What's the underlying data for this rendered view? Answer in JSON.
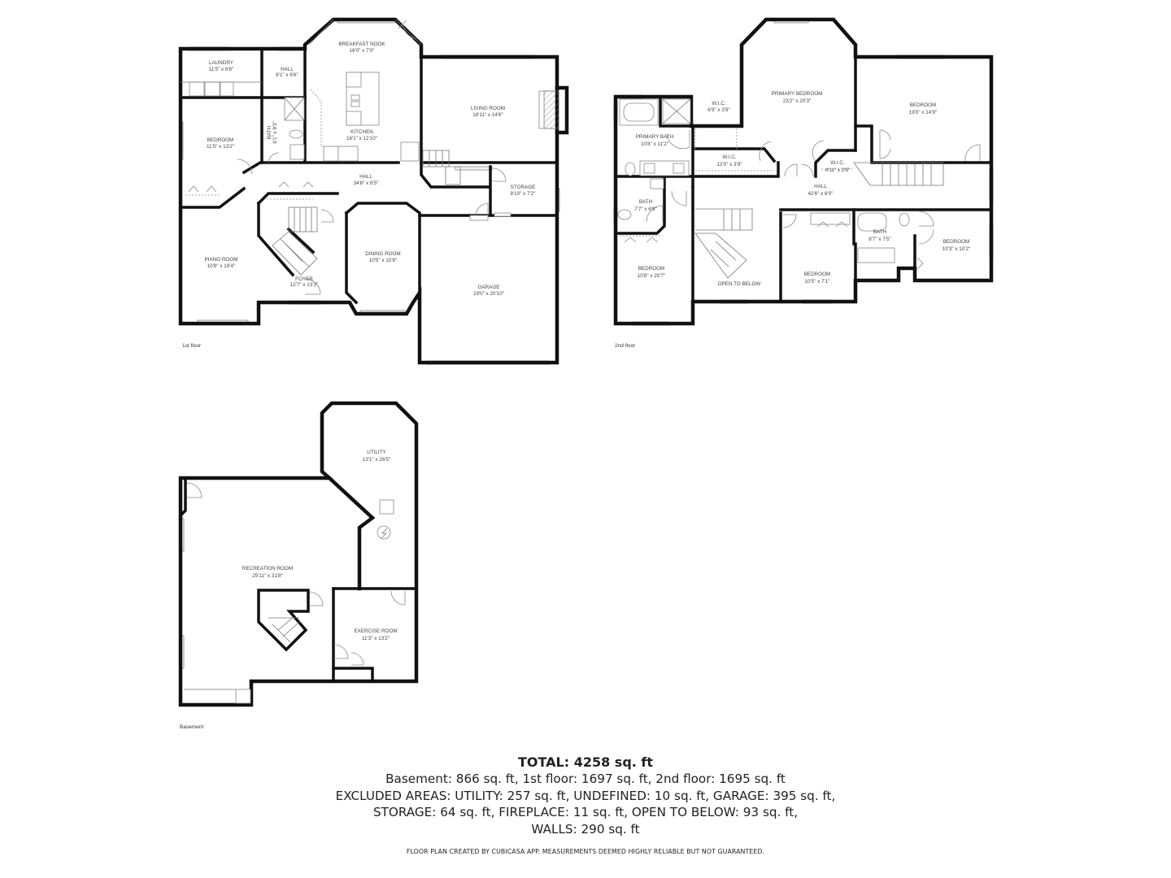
{
  "floors": {
    "first": {
      "label": "1st floor",
      "rooms": {
        "laundry": {
          "name": "LAUNDRY",
          "dim": "11'5\" x 6'6\""
        },
        "hall_small": {
          "name": "HALL",
          "dim": "6'1\" x 6'6\""
        },
        "breakfast_nook": {
          "name": "BREAKFAST NOOK",
          "dim": "16'0\" x 7'0\""
        },
        "kitchen": {
          "name": "KITCHEN",
          "dim": "16'1\" x 12'10\""
        },
        "bath": {
          "name": "BATH",
          "dim": "6'1\" x 9'3\""
        },
        "bedroom": {
          "name": "BEDROOM",
          "dim": "11'5\" x 13'2\""
        },
        "living_room": {
          "name": "LIVING ROOM",
          "dim": "18'11\" x 14'6\""
        },
        "hall": {
          "name": "HALL",
          "dim": "34'6\" x 6'5\""
        },
        "storage": {
          "name": "STORAGE",
          "dim": "8'10\" x 7'2\""
        },
        "piano_room": {
          "name": "PIANO ROOM",
          "dim": "10'8\" x 19'4\""
        },
        "foyer": {
          "name": "FOYER",
          "dim": "12'7\" x 13'1\""
        },
        "dining_room": {
          "name": "DINING ROOM",
          "dim": "10'5\" x 15'6\""
        },
        "garage": {
          "name": "GARAGE",
          "dim": "19'0\" x 20'10\""
        }
      }
    },
    "second": {
      "label": "2nd floor",
      "rooms": {
        "primary_bedroom": {
          "name": "PRIMARY BEDROOM",
          "dim": "23'2\" x 20'3\""
        },
        "wic_1": {
          "name": "W.I.C.",
          "dim": "6'9\" x 3'9\""
        },
        "primary_bath": {
          "name": "PRIMARY BATH",
          "dim": "10'8\" x 11'2\""
        },
        "wic_2": {
          "name": "W.I.C.",
          "dim": "12'0\" x 3'9\""
        },
        "wic_3": {
          "name": "W.I.C.",
          "dim": "4'11\" x 2'8\""
        },
        "bedroom_ne": {
          "name": "BEDROOM",
          "dim": "19'0\" x 14'9\""
        },
        "hall": {
          "name": "HALL",
          "dim": "42'6\" x 6'0\""
        },
        "bath_w": {
          "name": "BATH",
          "dim": "7'7\" x 6'9\""
        },
        "bedroom_w": {
          "name": "BEDROOM",
          "dim": "10'8\" x 20'7\""
        },
        "open_to_below": {
          "name": "OPEN TO BELOW",
          "dim": ""
        },
        "bedroom_c": {
          "name": "BEDROOM",
          "dim": "10'5\" x 7'1\""
        },
        "bath_e": {
          "name": "BATH",
          "dim": "8'7\" x 7'5\""
        },
        "bedroom_e": {
          "name": "BEDROOM",
          "dim": "10'3\" x 10'2\""
        }
      }
    },
    "basement": {
      "label": "Basement",
      "rooms": {
        "utility": {
          "name": "UTILITY",
          "dim": "13'1\" x 26'5\""
        },
        "recreation_room": {
          "name": "RECREATION ROOM",
          "dim": "25'11\" x 31'8\""
        },
        "exercise_room": {
          "name": "EXERCISE ROOM",
          "dim": "11'3\" x 13'2\""
        }
      }
    }
  },
  "summary": {
    "total": "TOTAL: 4258 sq. ft",
    "line1": "Basement: 866 sq. ft, 1st floor: 1697 sq. ft, 2nd floor: 1695 sq. ft",
    "line2": "EXCLUDED AREAS: UTILITY: 257 sq. ft, UNDEFINED: 10 sq. ft, GARAGE: 395 sq. ft,",
    "line3": "STORAGE: 64 sq. ft, FIREPLACE: 11 sq. ft, OPEN TO BELOW: 93 sq. ft,",
    "line4": "WALLS: 290 sq. ft",
    "disclaimer": "FLOOR PLAN CREATED BY CUBICASA APP. MEASUREMENTS DEEMED HIGHLY RELIABLE BUT NOT GUARANTEED."
  },
  "colors": {
    "wall": "#111111",
    "background": "#ffffff",
    "text": "#444444"
  }
}
